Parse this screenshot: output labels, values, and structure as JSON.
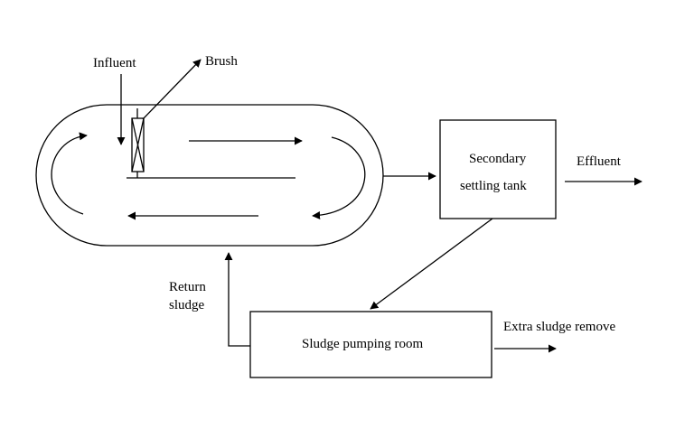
{
  "labels": {
    "influent": "Influent",
    "brush": "Brush",
    "secondary_line1": "Secondary",
    "secondary_line2": "settling tank",
    "effluent": "Effluent",
    "return_line1": "Return",
    "return_line2": "sludge",
    "pump_room": "Sludge pumping room",
    "extra": "Extra sludge remove"
  },
  "colors": {
    "stroke": "#000000",
    "background": "#ffffff"
  }
}
